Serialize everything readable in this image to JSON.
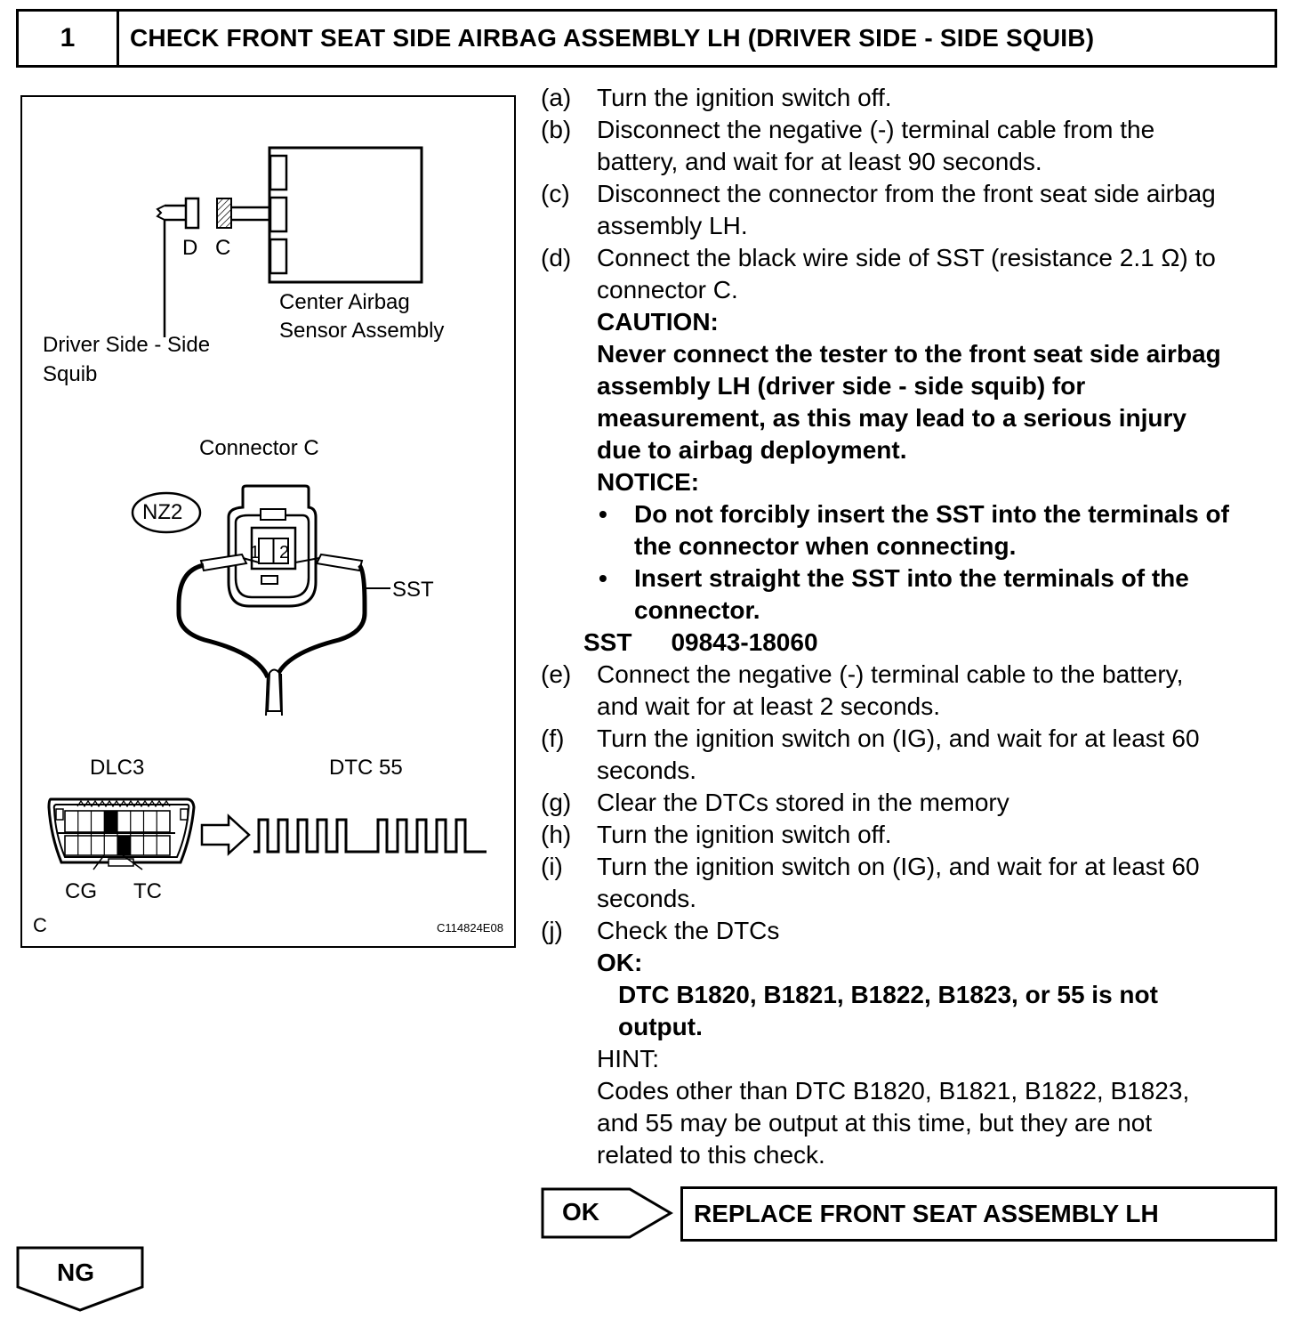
{
  "header": {
    "step_number": "1",
    "title": "CHECK FRONT SEAT SIDE AIRBAG ASSEMBLY LH (DRIVER SIDE - SIDE SQUIB)"
  },
  "figure": {
    "label_d": "D",
    "label_c": "C",
    "center_sensor_line1": "Center Airbag",
    "center_sensor_line2": "Sensor Assembly",
    "squib_line1": "Driver Side - Side",
    "squib_line2": "Squib",
    "connector_c": "Connector C",
    "nz2": "NZ2",
    "pin1": "1",
    "pin2": "2",
    "sst": "SST",
    "dlc3": "DLC3",
    "dtc55": "DTC 55",
    "cg": "CG",
    "tc": "TC",
    "corner_c": "C",
    "figure_id": "C114824E08"
  },
  "steps": {
    "a": {
      "label": "(a)",
      "text": "Turn the ignition switch off."
    },
    "b": {
      "label": "(b)",
      "line1": "Disconnect the negative (-) terminal cable from the",
      "line2": "battery, and wait for at least 90 seconds."
    },
    "c": {
      "label": "(c)",
      "line1": "Disconnect the connector from the front seat side airbag",
      "line2": "assembly LH."
    },
    "d": {
      "label": "(d)",
      "line1": "Connect the black wire side of SST (resistance 2.1 Ω) to",
      "line2": "connector C."
    },
    "caution_title": "CAUTION:",
    "caution_lines": [
      "Never connect the tester to the front seat side airbag",
      "assembly LH (driver side - side squib) for",
      "measurement, as this may lead to a serious injury",
      "due to airbag deployment."
    ],
    "notice_title": "NOTICE:",
    "bullet_char": "•",
    "notice_1_line1": "Do not forcibly insert the SST into the terminals of",
    "notice_1_line2": "the connector when connecting.",
    "notice_2_line1": "Insert straight the SST into the terminals of the",
    "notice_2_line2": "connector.",
    "sst_label": "SST",
    "sst_code": "09843-18060",
    "e": {
      "label": "(e)",
      "line1": "Connect the negative (-) terminal cable to the battery,",
      "line2": "and wait for at least 2 seconds."
    },
    "f": {
      "label": "(f)",
      "line1": "Turn the ignition switch on (IG), and wait for at least 60",
      "line2": "seconds."
    },
    "g": {
      "label": "(g)",
      "text": "Clear the DTCs stored in the memory"
    },
    "h": {
      "label": "(h)",
      "text": "Turn the ignition switch off."
    },
    "i": {
      "label": "(i)",
      "line1": "Turn the ignition switch on (IG), and wait for at least 60",
      "line2": "seconds."
    },
    "j": {
      "label": "(j)",
      "text": "Check the DTCs"
    },
    "ok_title": "OK:",
    "ok_line1": "DTC B1820, B1821, B1822, B1823, or 55 is not",
    "ok_line2": "output.",
    "hint_title": "HINT:",
    "hint_lines": [
      "Codes other than DTC B1820, B1821, B1822, B1823,",
      "and 55 may be output at this time, but they are not",
      "related to this check."
    ]
  },
  "result": {
    "ok_label": "OK",
    "ok_action": "REPLACE FRONT SEAT ASSEMBLY LH",
    "ng_label": "NG"
  }
}
